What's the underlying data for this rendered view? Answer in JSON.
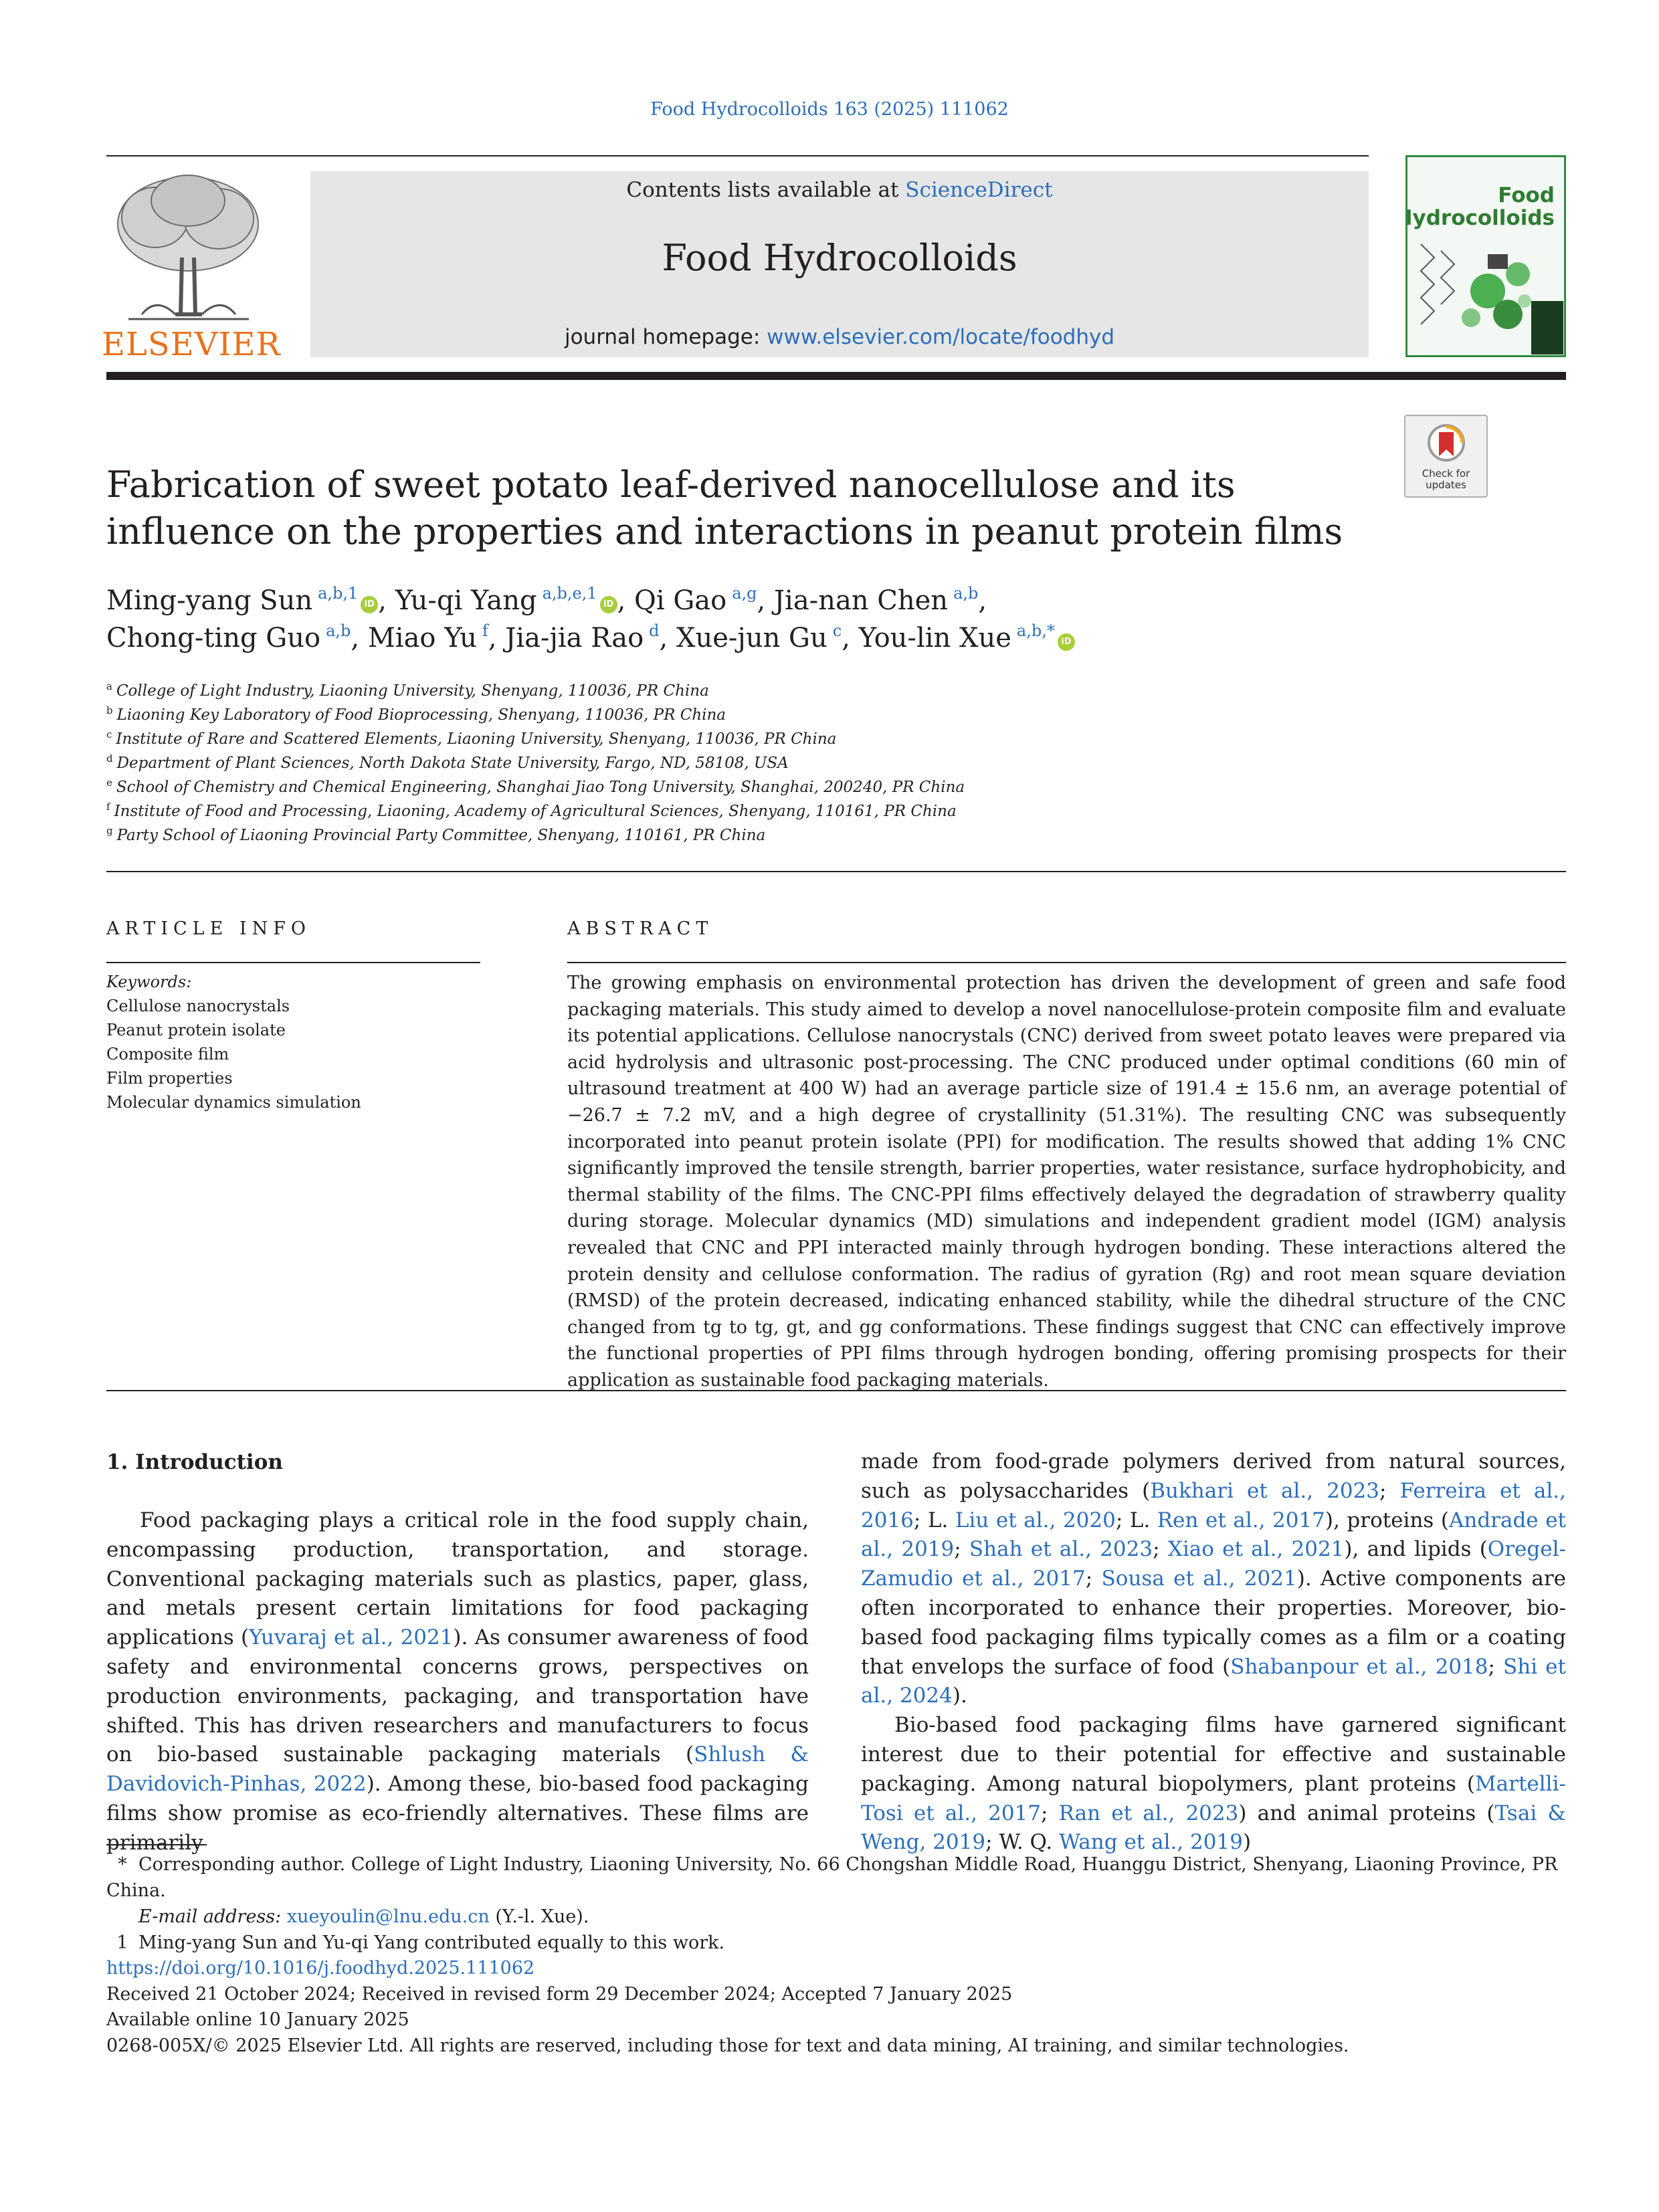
{
  "journal_ref": "Food Hydrocolloids 163 (2025) 111062",
  "header": {
    "contents_prefix": "Contents lists available at ",
    "contents_link": "ScienceDirect",
    "journal_title": "Food Hydrocolloids",
    "homepage_prefix": "journal homepage: ",
    "homepage_link": "www.elsevier.com/locate/foodhyd",
    "publisher_logo_text": "ELSEVIER",
    "cover_title_line1": "Food",
    "cover_title_line2": "Hydrocolloids"
  },
  "check_updates": {
    "line1": "Check for",
    "line2": "updates"
  },
  "article": {
    "title": "Fabrication of sweet potato leaf-derived nanocellulose and its influence on the properties and interactions in peanut protein films",
    "authors": [
      {
        "name": "Ming-yang Sun",
        "aff": "a,b,1",
        "orcid": true,
        "sep": ", "
      },
      {
        "name": "Yu-qi Yang",
        "aff": "a,b,e,1",
        "orcid": true,
        "sep": ", "
      },
      {
        "name": "Qi Gao",
        "aff": "a,g",
        "orcid": false,
        "sep": ", "
      },
      {
        "name": "Jia-nan Chen",
        "aff": "a,b",
        "orcid": false,
        "sep": ","
      },
      {
        "name": "Chong-ting Guo",
        "aff": "a,b",
        "orcid": false,
        "sep": ", "
      },
      {
        "name": "Miao Yu",
        "aff": "f",
        "orcid": false,
        "sep": ", "
      },
      {
        "name": "Jia-jia Rao",
        "aff": "d",
        "orcid": false,
        "sep": ", "
      },
      {
        "name": "Xue-jun Gu",
        "aff": "c",
        "orcid": false,
        "sep": ", "
      },
      {
        "name": "You-lin Xue",
        "aff": "a,b,*",
        "orcid": true,
        "sep": ""
      }
    ],
    "affiliations": [
      {
        "mark": "a",
        "text": "College of Light Industry, Liaoning University, Shenyang, 110036, PR China"
      },
      {
        "mark": "b",
        "text": "Liaoning Key Laboratory of Food Bioprocessing, Shenyang, 110036, PR China"
      },
      {
        "mark": "c",
        "text": "Institute of Rare and Scattered Elements, Liaoning University, Shenyang, 110036, PR China"
      },
      {
        "mark": "d",
        "text": "Department of Plant Sciences, North Dakota State University, Fargo, ND, 58108, USA"
      },
      {
        "mark": "e",
        "text": "School of Chemistry and Chemical Engineering, Shanghai Jiao Tong University, Shanghai, 200240, PR China"
      },
      {
        "mark": "f",
        "text": "Institute of Food and Processing, Liaoning, Academy of Agricultural Sciences, Shenyang, 110161, PR China"
      },
      {
        "mark": "g",
        "text": "Party School of Liaoning Provincial Party Committee, Shenyang, 110161, PR China"
      }
    ]
  },
  "article_info": {
    "heading": "ARTICLE INFO",
    "keywords_label": "Keywords:",
    "keywords": [
      "Cellulose nanocrystals",
      "Peanut protein isolate",
      "Composite film",
      "Film properties",
      "Molecular dynamics simulation"
    ]
  },
  "abstract": {
    "heading": "ABSTRACT",
    "text": "The growing emphasis on environmental protection has driven the development of green and safe food packaging materials. This study aimed to develop a novel nanocellulose-protein composite film and evaluate its potential applications. Cellulose nanocrystals (CNC) derived from sweet potato leaves were prepared via acid hydrolysis and ultrasonic post-processing. The CNC produced under optimal conditions (60 min of ultrasound treatment at 400 W) had an average particle size of 191.4 ± 15.6 nm, an average potential of −26.7 ± 7.2 mV, and a high degree of crystallinity (51.31%). The resulting CNC was subsequently incorporated into peanut protein isolate (PPI) for modification. The results showed that adding 1% CNC significantly improved the tensile strength, barrier properties, water resistance, surface hydrophobicity, and thermal stability of the films. The CNC-PPI films effectively delayed the degradation of strawberry quality during storage. Molecular dynamics (MD) simulations and independent gradient model (IGM) analysis revealed that CNC and PPI interacted mainly through hydrogen bonding. These interactions altered the protein density and cellulose conformation. The radius of gyration (Rg) and root mean square deviation (RMSD) of the protein decreased, indicating enhanced stability, while the dihedral structure of the CNC changed from tg to tg, gt, and gg conformations. These findings suggest that CNC can effectively improve the functional properties of PPI films through hydrogen bonding, offering promising prospects for their application as sustainable food packaging materials."
  },
  "intro": {
    "heading": "1.  Introduction",
    "left": [
      {
        "t": "Food packaging plays a critical role in the food supply chain, encompassing production, transportation, and storage. Conventional packaging materials such as plastics, paper, glass, and metals present certain limitations for food packaging applications ("
      },
      {
        "t": "Yuvaraj et al., 2021",
        "link": true
      },
      {
        "t": "). As consumer awareness of food safety and environmental concerns grows, perspectives on production environments, packaging, and transportation have shifted. This has driven researchers and manufacturers to focus on bio-based sustainable packaging materials ("
      },
      {
        "t": "Shlush & Davidovich-Pinhas, 2022",
        "link": true
      },
      {
        "t": "). Among these, bio-based food packaging films show promise as eco-friendly alternatives. These films are primarily"
      }
    ],
    "right_p1": [
      {
        "t": "made from food-grade polymers derived from natural sources, such as polysaccharides ("
      },
      {
        "t": "Bukhari et al., 2023",
        "link": true
      },
      {
        "t": "; "
      },
      {
        "t": "Ferreira et al., 2016",
        "link": true
      },
      {
        "t": "; L. "
      },
      {
        "t": "Liu et al., 2020",
        "link": true
      },
      {
        "t": "; L. "
      },
      {
        "t": "Ren et al., 2017",
        "link": true
      },
      {
        "t": "), proteins ("
      },
      {
        "t": "Andrade et al., 2019",
        "link": true
      },
      {
        "t": "; "
      },
      {
        "t": "Shah et al., 2023",
        "link": true
      },
      {
        "t": "; "
      },
      {
        "t": "Xiao et al., 2021",
        "link": true
      },
      {
        "t": "), and lipids ("
      },
      {
        "t": "Oregel-Zamudio et al., 2017",
        "link": true
      },
      {
        "t": "; "
      },
      {
        "t": "Sousa et al., 2021",
        "link": true
      },
      {
        "t": "). Active components are often incorporated to enhance their properties. Moreover, bio-based food packaging films typically comes as a film or a coating that envelops the surface of food ("
      },
      {
        "t": "Shabanpour et al., 2018",
        "link": true
      },
      {
        "t": "; "
      },
      {
        "t": "Shi et al., 2024",
        "link": true
      },
      {
        "t": ")."
      }
    ],
    "right_p2": [
      {
        "t": "Bio-based food packaging films have garnered significant interest due to their potential for effective and sustainable packaging. Among natural biopolymers, plant proteins ("
      },
      {
        "t": "Martelli-Tosi et al., 2017",
        "link": true
      },
      {
        "t": "; "
      },
      {
        "t": "Ran et al., 2023",
        "link": true
      },
      {
        "t": ") and animal proteins ("
      },
      {
        "t": "Tsai & Weng, 2019",
        "link": true
      },
      {
        "t": "; W. Q. "
      },
      {
        "t": "Wang et al., 2019",
        "link": true
      },
      {
        "t": ")"
      }
    ]
  },
  "footnotes": {
    "corr_mark": "*",
    "corr_text": "Corresponding author. College of Light Industry, Liaoning University, No. 66 Chongshan Middle Road, Huanggu District, Shenyang, Liaoning Province, PR China.",
    "email_label": "E-mail address:",
    "email": "xueyoulin@lnu.edu.cn",
    "email_suffix": " (Y.-l. Xue).",
    "equal_mark": "1",
    "equal_text": "Ming-yang Sun and Yu-qi Yang contributed equally to this work."
  },
  "doi_block": {
    "doi": "https://doi.org/10.1016/j.foodhyd.2025.111062",
    "received": "Received 21 October 2024; Received in revised form 29 December 2024; Accepted 7 January 2025",
    "online": "Available online 10 January 2025",
    "copyright": "0268-005X/© 2025 Elsevier Ltd. All rights are reserved, including those for text and data mining, AI training, and similar technologies."
  },
  "colors": {
    "link": "#2a6ebb",
    "elsevier_orange": "#e9711c",
    "cover_green": "#2e7d32",
    "orcid_green": "#a6ce39"
  }
}
